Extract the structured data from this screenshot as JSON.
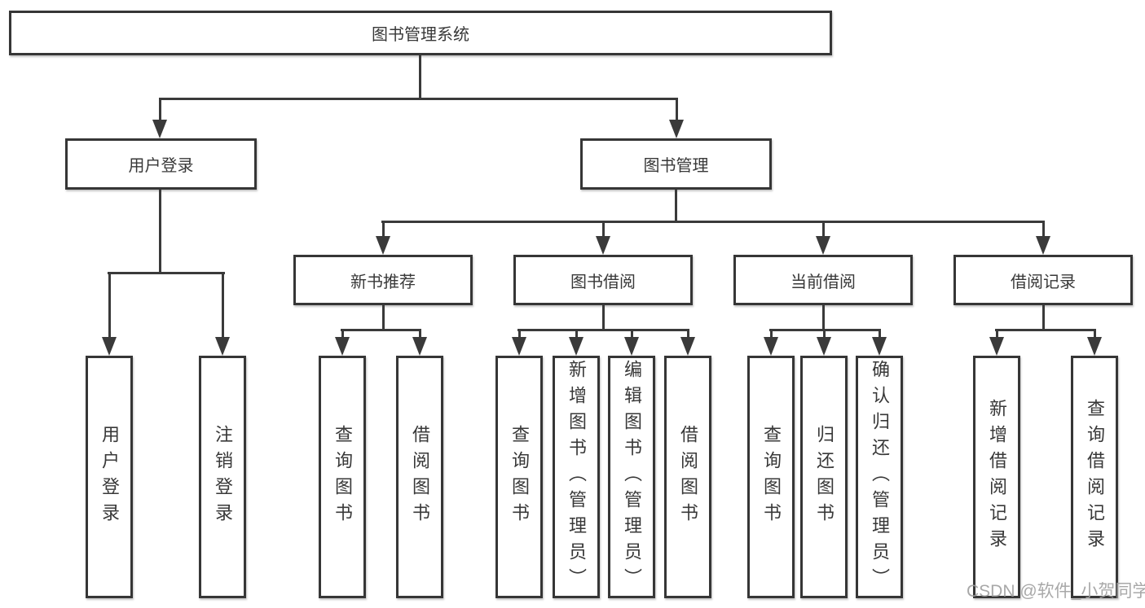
{
  "colors": {
    "line": "#3a3a3a",
    "box_border": "#363636",
    "box_fill": "#ffffff",
    "text": "#383838",
    "watermark": "#9e9e9e",
    "background": "#ffffff"
  },
  "diagram": {
    "root": {
      "label": "图书管理系统"
    },
    "branches": [
      {
        "label": "用户登录",
        "children": [
          {
            "label": "用户登录"
          },
          {
            "label": "注销登录"
          }
        ]
      },
      {
        "label": "图书管理",
        "children": [
          {
            "label": "新书推荐",
            "children": [
              {
                "label": "查询图书"
              },
              {
                "label": "借阅图书"
              }
            ]
          },
          {
            "label": "图书借阅",
            "children": [
              {
                "label": "查询图书"
              },
              {
                "label": "新增图书（管理员）"
              },
              {
                "label": "编辑图书（管理员）"
              },
              {
                "label": "借阅图书"
              }
            ]
          },
          {
            "label": "当前借阅",
            "children": [
              {
                "label": "查询图书"
              },
              {
                "label": "归还图书"
              },
              {
                "label": "确认归还（管理员）"
              }
            ]
          },
          {
            "label": "借阅记录",
            "children": [
              {
                "label": "新增借阅记录"
              },
              {
                "label": "查询借阅记录"
              }
            ]
          }
        ]
      }
    ]
  },
  "watermark": {
    "text": "CSDN @软件_小贺同学"
  }
}
